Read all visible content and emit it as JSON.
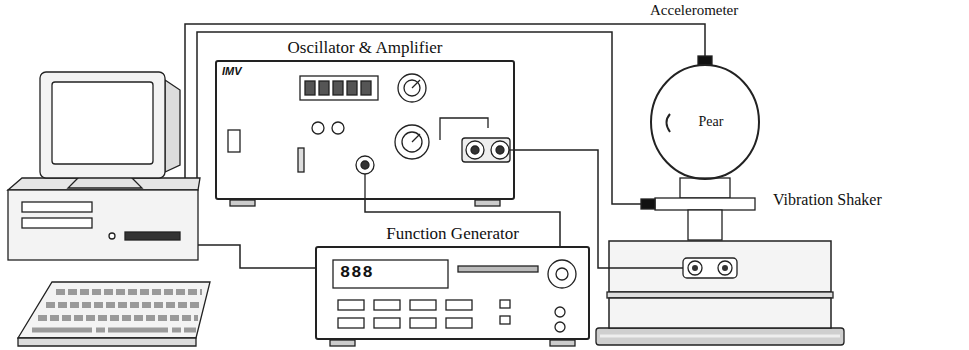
{
  "diagram": {
    "nodes": [
      {
        "text": [
          "Oscillator & Amplifier",
          "IMV"
        ]
      },
      {
        "text": [
          "Pear"
        ]
      },
      {
        "text": [
          "Vibration Shaker"
        ]
      },
      {
        "text": [
          "Function Generator"
        ]
      }
    ],
    "edges": [
      {
        "from": 3,
        "to": 0,
        "arrow": "none"
      },
      {
        "from": 0,
        "to": 2,
        "arrow": "none"
      }
    ],
    "labels": [
      "Accelerometer",
      "888"
    ]
  }
}
